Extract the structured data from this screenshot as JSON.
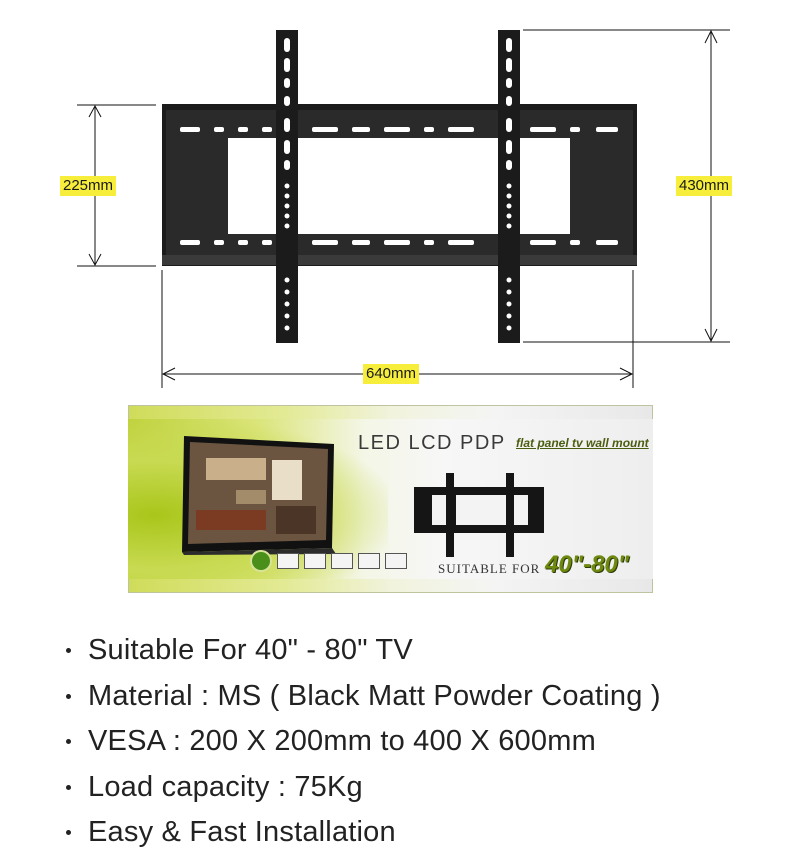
{
  "dimensions": {
    "height_bracket": "225mm",
    "height_total": "430mm",
    "width": "640mm"
  },
  "box": {
    "brand_line": "LED LCD PDP",
    "sub_line": "flat panel tv wall mount",
    "suitable_label": "SUITABLE FOR",
    "size_range": "40\"-80\"",
    "feature_icons": [
      "badge-icon",
      "tv-icon",
      "tv-icon",
      "vesa-icon",
      "ez-icon",
      "level-icon"
    ]
  },
  "colors": {
    "highlight": "#f7ee3c",
    "bracket": "#1b1b1b",
    "box_green": "#b9cf2c",
    "size_text": "#6d8a0f"
  },
  "features": [
    "Suitable For 40\" - 80\" TV",
    "Material : MS ( Black Matt Powder Coating )",
    "VESA : 200 X 200mm to  400 X 600mm",
    "Load capacity : 75Kg",
    "Easy & Fast Installation"
  ]
}
